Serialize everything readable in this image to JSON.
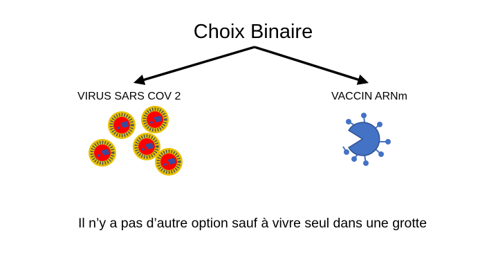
{
  "title": "Choix Binaire",
  "left_option": {
    "label": "VIRUS SARS COV 2",
    "icon": "virus-icon",
    "count": 5
  },
  "right_option": {
    "label": "VACCIN ARNm",
    "icon": "pacman-vaccine-icon"
  },
  "conclusion": "Il n’y a pas d’autre option sauf à vivre seul dans une grotte",
  "colors": {
    "virus_core": "#ff0000",
    "virus_ring": "#e8c000",
    "virus_spikes": "#44505a",
    "vaccine": "#4472c4",
    "arrow": "#000000"
  }
}
